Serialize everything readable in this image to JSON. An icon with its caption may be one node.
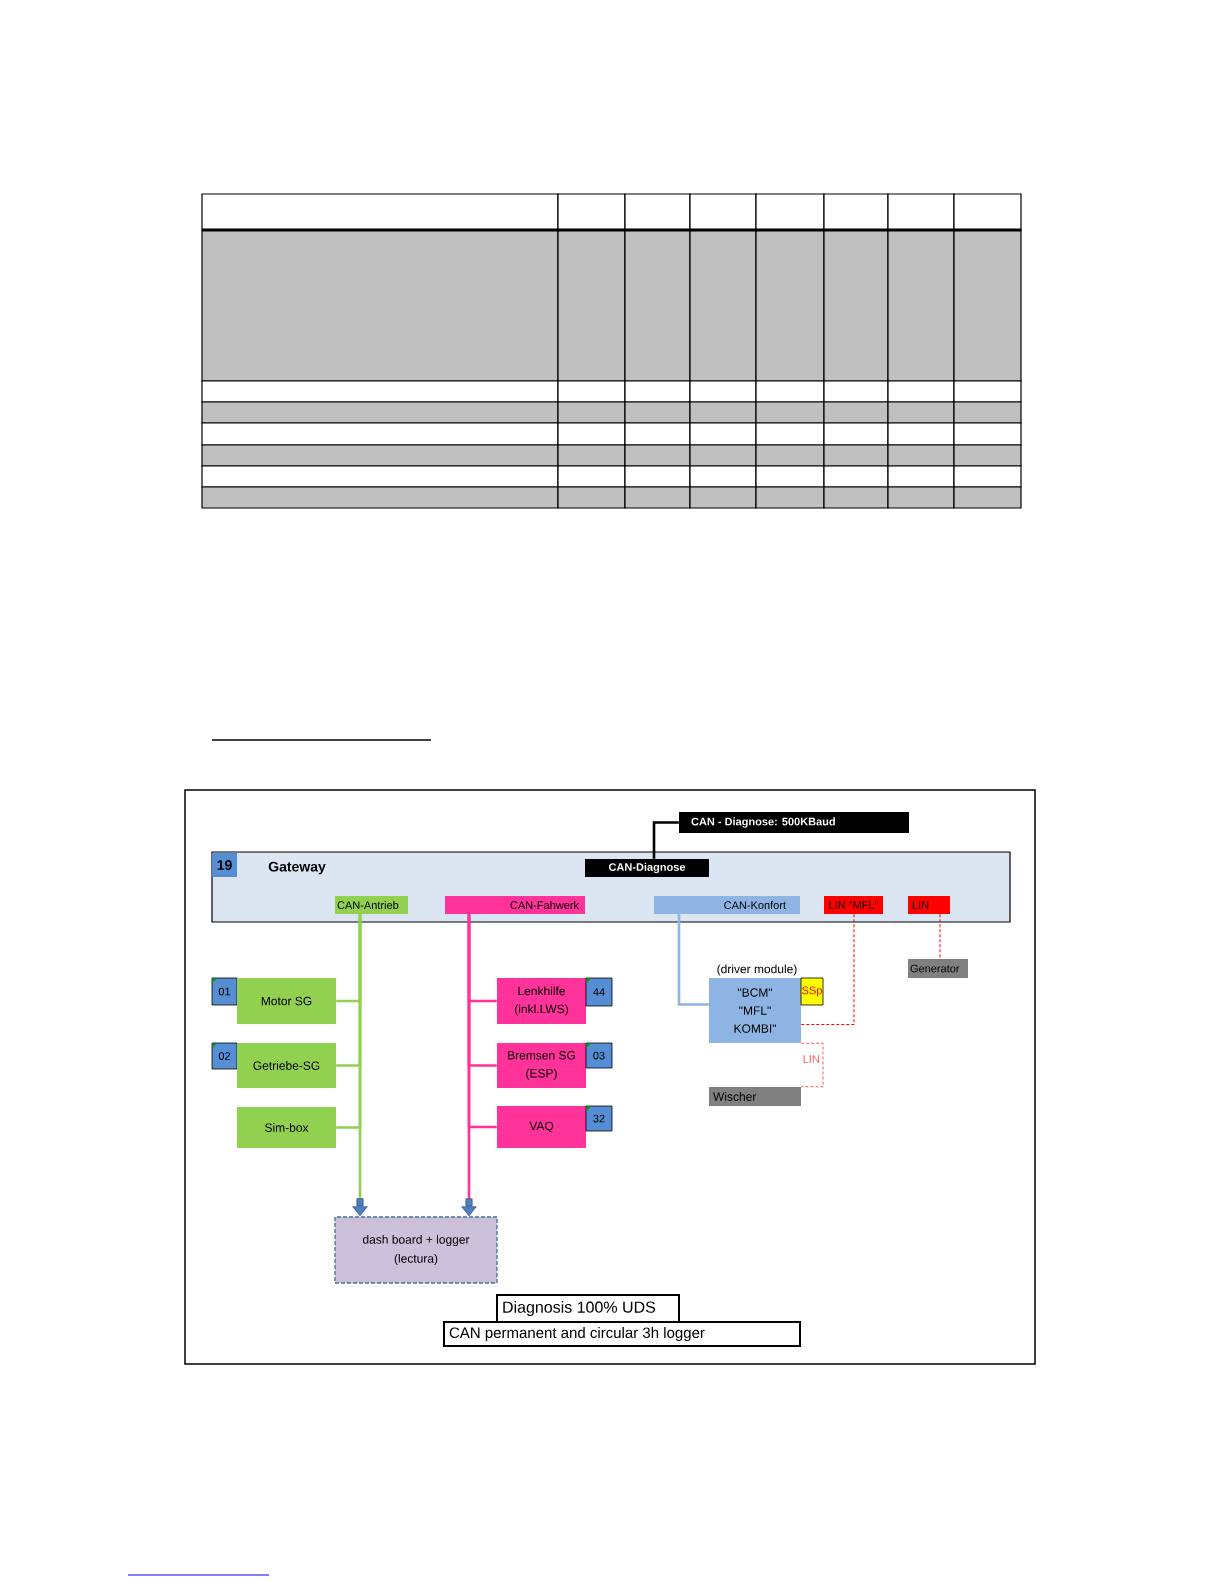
{
  "diagram": {
    "nodes": [
      {
        "text": [
          "CAN - Diagnose: 500KBaud"
        ]
      },
      {
        "text": [
          "Gateway"
        ]
      },
      {
        "text": [
          "19"
        ],
        "in": 1
      },
      {
        "text": [
          "CAN-Diagnose"
        ],
        "in": 1
      },
      {
        "text": [
          "CAN-Antrieb"
        ],
        "in": 1
      },
      {
        "text": [
          "CAN-Fahwerk"
        ],
        "in": 1
      },
      {
        "text": [
          "CAN-Konfort"
        ],
        "in": 1
      },
      {
        "text": [
          "LIN \"MFL\""
        ],
        "in": 1
      },
      {
        "text": [
          "LIN"
        ],
        "in": 1
      },
      {
        "text": [
          "Generator"
        ]
      },
      {
        "text": [
          "01"
        ]
      },
      {
        "text": [
          "Motor SG"
        ]
      },
      {
        "text": [
          "Lenkhilfe (inkl.LWS)"
        ]
      },
      {
        "text": [
          "44"
        ]
      },
      {
        "text": [
          "\"BCM\"",
          "\"MFL\"",
          "KOMBI\""
        ],
        "beside": [
          "(driver module)"
        ]
      },
      {
        "text": [
          "SSp"
        ]
      },
      {
        "text": [
          "02"
        ]
      },
      {
        "text": [
          "Getriebe-SG"
        ]
      },
      {
        "text": [
          "Bremsen SG (ESP)"
        ]
      },
      {
        "text": [
          "03"
        ]
      },
      {
        "text": [
          "Wischer"
        ]
      },
      {
        "text": [
          "Sim-box"
        ]
      },
      {
        "text": [
          "VAQ"
        ]
      },
      {
        "text": [
          "32"
        ]
      },
      {
        "text": [
          "dash board + logger",
          "(lectura)"
        ]
      },
      {
        "text": [
          "Diagnosis 100% UDS"
        ]
      },
      {
        "text": [
          "CAN permanent and circular 3h logger"
        ]
      }
    ],
    "edges": [
      {
        "from": 0,
        "to": 3,
        "arrow": "none",
        "color": "#000000"
      },
      {
        "from": 4,
        "to": 11,
        "arrow": "none",
        "color": "#92d050"
      },
      {
        "from": 4,
        "to": 17,
        "arrow": "none",
        "color": "#92d050"
      },
      {
        "from": 4,
        "to": 21,
        "arrow": "none",
        "color": "#92d050"
      },
      {
        "from": 4,
        "to": 24,
        "arrow": "to",
        "color": "#92d050"
      },
      {
        "from": 5,
        "to": 12,
        "arrow": "none",
        "color": "#ff3399"
      },
      {
        "from": 5,
        "to": 18,
        "arrow": "none",
        "color": "#ff3399"
      },
      {
        "from": 5,
        "to": 22,
        "arrow": "none",
        "color": "#ff3399"
      },
      {
        "from": 5,
        "to": 24,
        "arrow": "to",
        "color": "#ff3399"
      },
      {
        "from": 6,
        "to": 14,
        "arrow": "none",
        "color": "#8db4e2"
      },
      {
        "from": 7,
        "to": 14,
        "arrow": "none",
        "style": "dashed",
        "color": "#ff0000"
      },
      {
        "from": 8,
        "to": 9,
        "arrow": "none",
        "style": "dashed",
        "color": "#ff0000"
      },
      {
        "from": 14,
        "to": 20,
        "arrow": "none",
        "style": "dashed",
        "color": "#ff5a5a",
        "label": "LIN"
      }
    ]
  }
}
